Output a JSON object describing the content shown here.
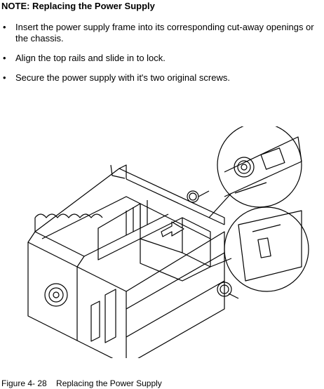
{
  "note": {
    "title": "NOTE:   Replacing the Power Supply"
  },
  "bullets": [
    {
      "text": "Insert the power supply frame into its corresponding cut-away openings or the chassis."
    },
    {
      "text": "Align the top rails and slide in to lock."
    },
    {
      "text": "Secure the power supply with it's two original screws."
    }
  ],
  "figure": {
    "label": "Figure 4- 28",
    "caption": "Replacing the Power Supply"
  },
  "icons": [
    "bullet-dot",
    "chassis-illustration",
    "power-supply",
    "screw",
    "magnified-detail"
  ]
}
